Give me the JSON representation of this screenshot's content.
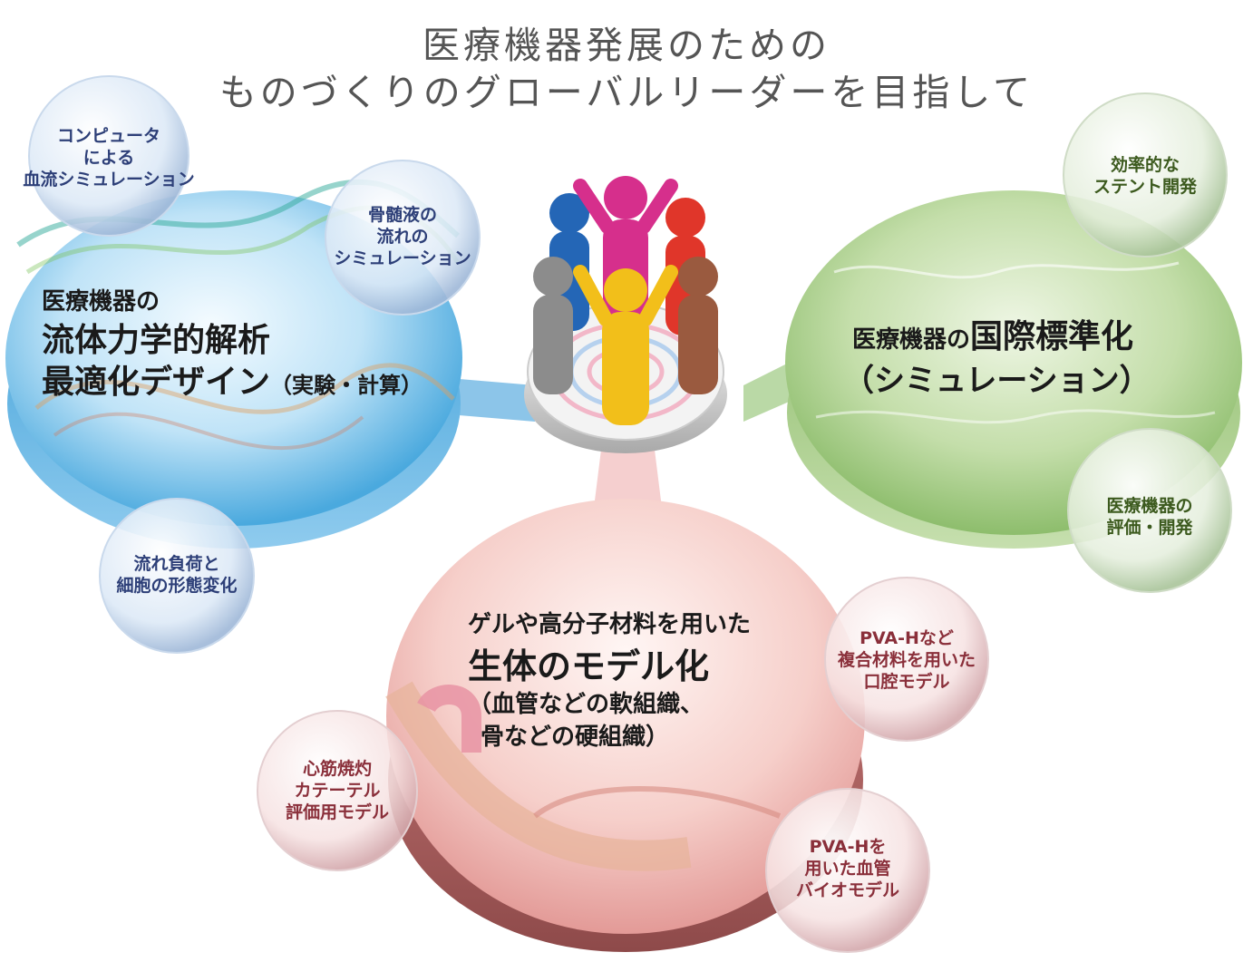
{
  "title": {
    "line1": "医療機器発展のための",
    "line2": "ものづくりのグローバルリーダーを目指して"
  },
  "left_disc": {
    "line1": "医療機器の",
    "line2": "流体力学的解析",
    "line3": "最適化デザイン",
    "line3_note": "（実験・計算）"
  },
  "right_disc": {
    "line1_prefix": "医療機器の",
    "line1_main": "国際標準化",
    "line2": "（シミュレーション）"
  },
  "bottom_disc": {
    "line1": "ゲルや高分子材料を用いた",
    "line2": "生体のモデル化",
    "line3": "（血管などの軟組織、",
    "line4": "骨などの硬組織）"
  },
  "bubbles": {
    "computer": [
      "コンピュータ",
      "による",
      "血流シミュレーション"
    ],
    "marrow": [
      "骨髄液の",
      "流れの",
      "シミュレーション"
    ],
    "cell": [
      "流れ負荷と",
      "細胞の形態変化"
    ],
    "stent": [
      "効率的な",
      "ステント開発"
    ],
    "eval": [
      "医療機器の",
      "評価・開発"
    ],
    "pva_oral": [
      "PVA-Hなど",
      "複合材料を用いた",
      "口腔モデル"
    ],
    "catheter": [
      "心筋焼灼",
      "カテーテル",
      "評価用モデル"
    ],
    "pva_vessel": [
      "PVA-Hを",
      "用いた血管",
      "バイオモデル"
    ]
  },
  "colors": {
    "blue_text": "#2d3f78",
    "green_text": "#3c5a1e",
    "red_text": "#8a2f3a",
    "dark_text": "#1a1a1a"
  }
}
